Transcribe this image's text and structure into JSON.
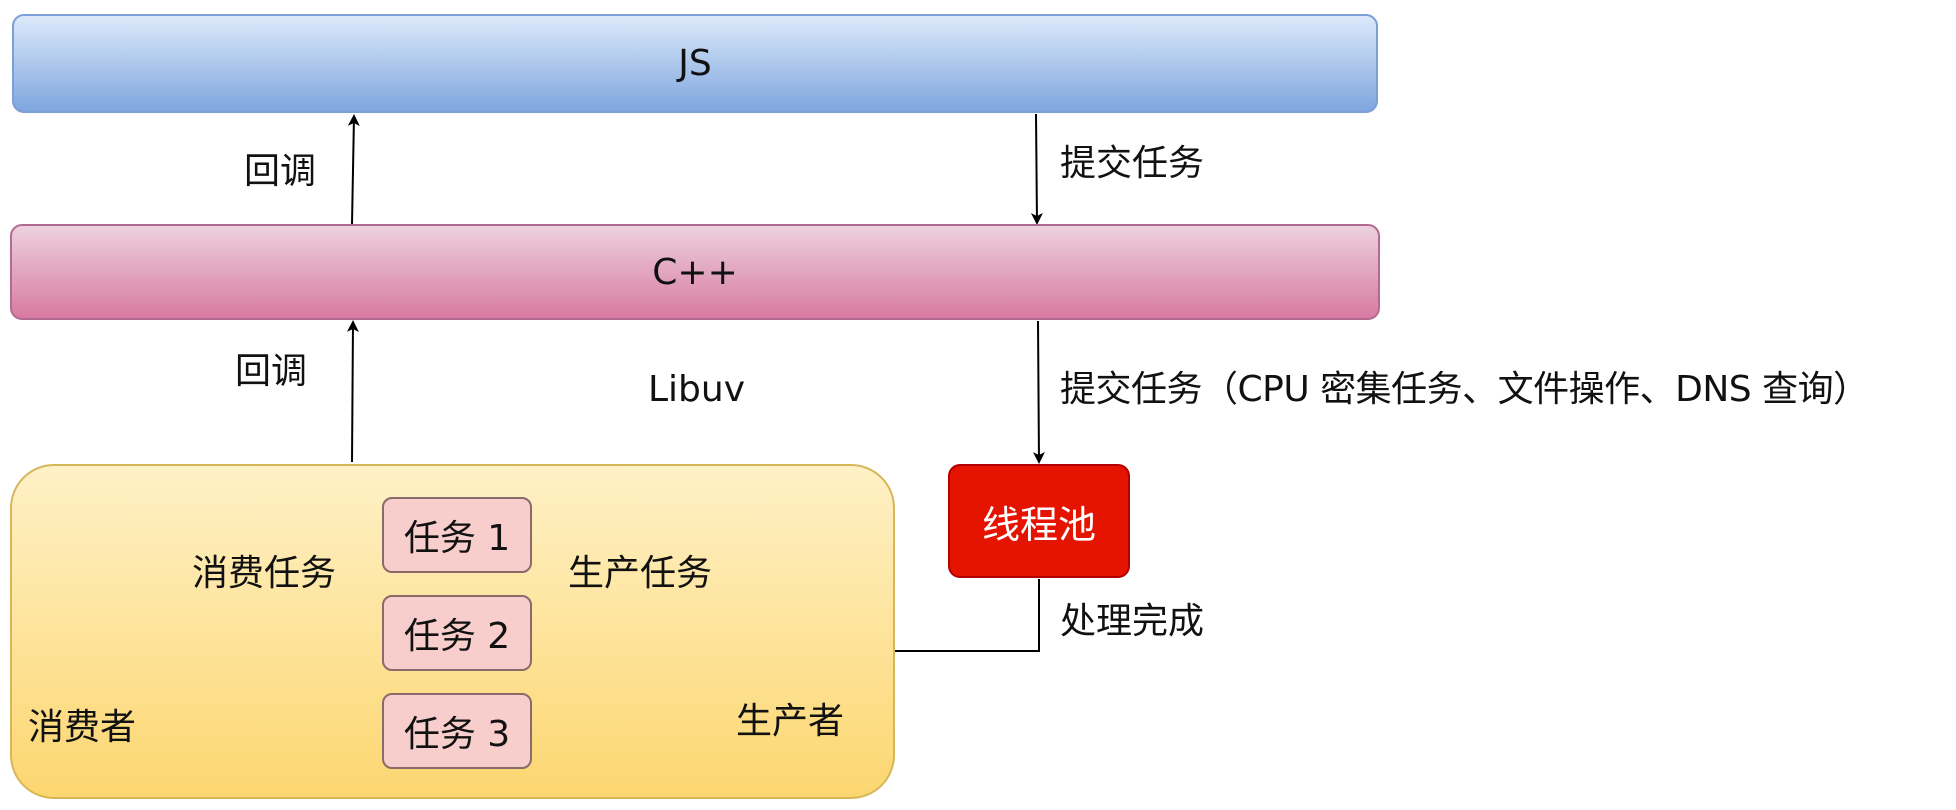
{
  "layers": {
    "js": "JS",
    "cpp": "C++",
    "libuv": "Libuv"
  },
  "edges": {
    "callback_top": "回调",
    "callback_bottom": "回调",
    "submit_top": "提交任务",
    "submit_bottom": "提交任务（CPU 密集任务、文件操作、DNS 查询）",
    "done": "处理完成"
  },
  "libuv_panel": {
    "consume_label": "消费任务",
    "produce_label": "生产任务",
    "consumer": "消费者",
    "producer": "生产者",
    "tasks": [
      "任务 1",
      "任务 2",
      "任务 3"
    ]
  },
  "thread_pool": "线程池",
  "colors": {
    "js_fill": "#7fa6de",
    "cpp_fill": "#d87aa1",
    "libuv_fill": "#fcd670",
    "task_fill": "#f8cecc",
    "pool_fill": "#e51400"
  }
}
